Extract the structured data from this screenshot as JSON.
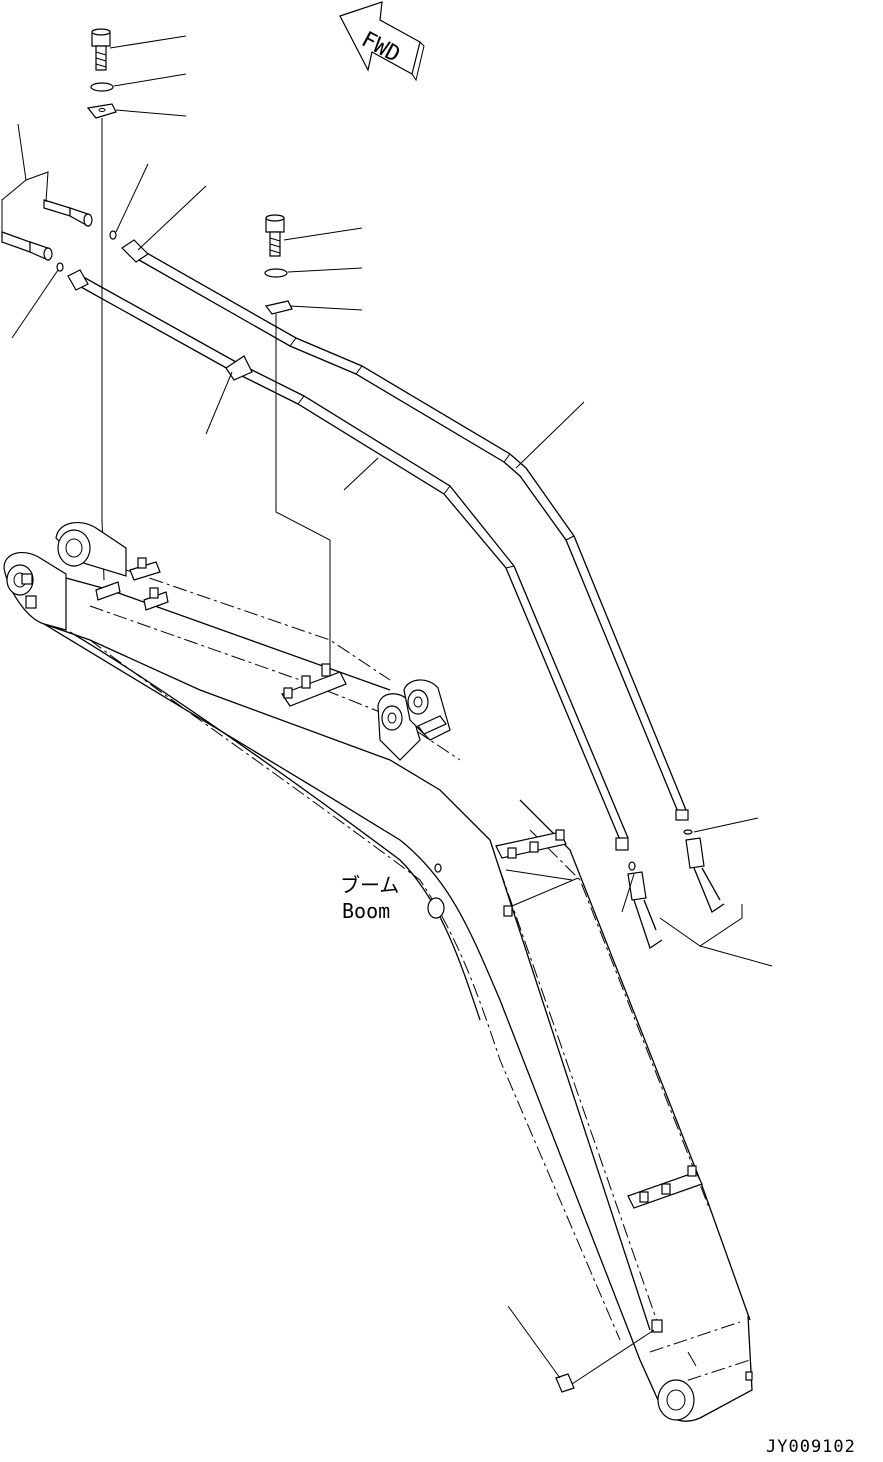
{
  "labels": {
    "fwd": "FWD",
    "boom_jp": "ブーム",
    "boom_en": "Boom",
    "drawing_id": "JY009102"
  },
  "colors": {
    "line": "#000000",
    "background": "#ffffff"
  }
}
